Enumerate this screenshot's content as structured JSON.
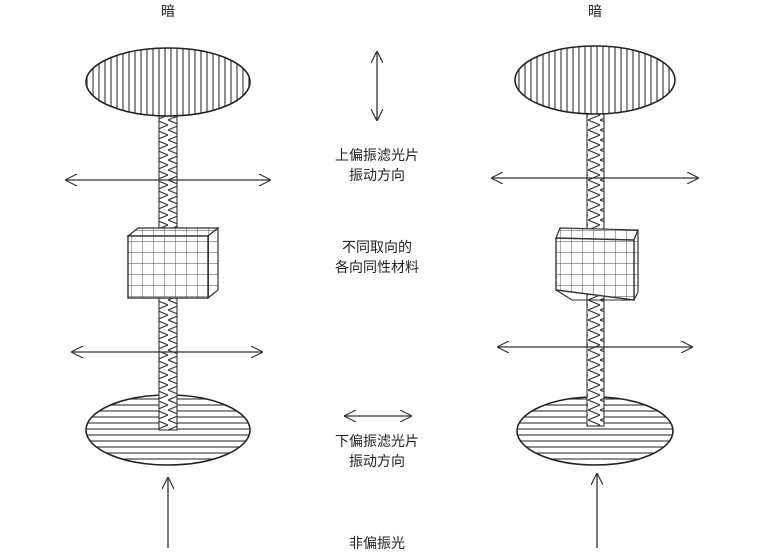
{
  "left_panel": {
    "top_label": "暗"
  },
  "right_panel": {
    "top_label": "暗"
  },
  "labels": {
    "upper_polarizer": [
      "上偏振滤光片",
      "振动方向"
    ],
    "material": [
      "不同取向的",
      "各向同性材料"
    ],
    "lower_polarizer": [
      "下偏振滤光片",
      "振动方向"
    ],
    "unpolarized_light": "非偏振光"
  }
}
